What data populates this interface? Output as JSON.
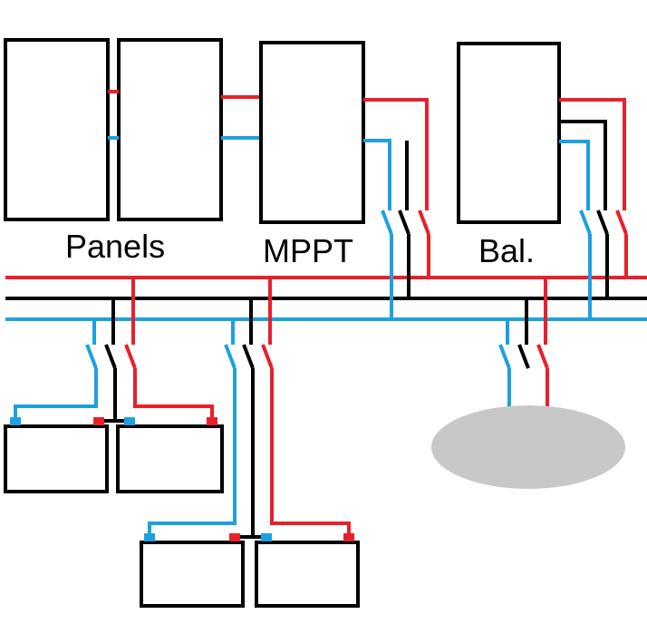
{
  "labels": {
    "panels": "Panels",
    "mppt": "MPPT",
    "balancer": "Bal."
  },
  "colors": {
    "positive": "#e8202a",
    "ground": "#000000",
    "negative": "#1ea0e0",
    "background": "#ffffff",
    "box_fill": "#ffffff",
    "load_fill": "#c8c8c8"
  }
}
